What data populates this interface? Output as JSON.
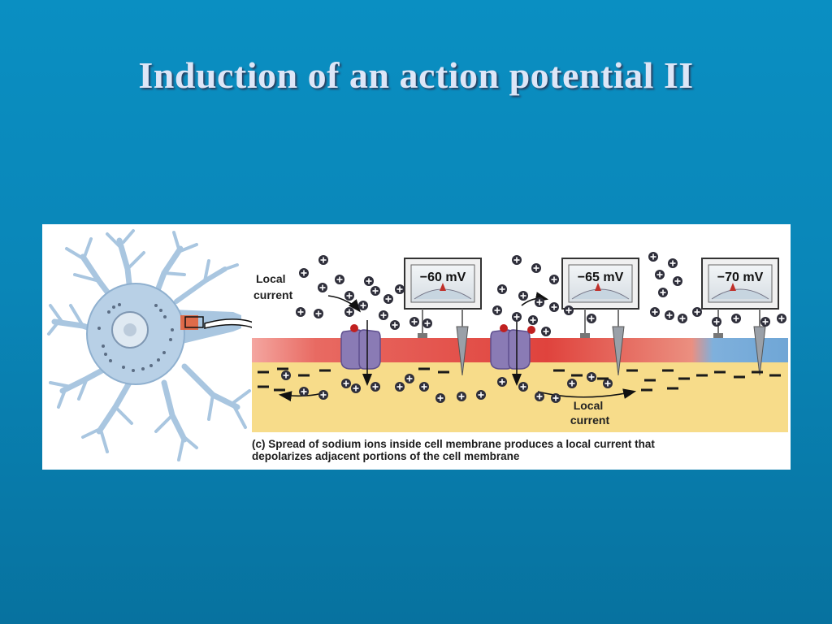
{
  "slide": {
    "title": "Induction of an action potential II"
  },
  "figure": {
    "labels": {
      "local_current_left_line1": "Local",
      "local_current_left_line2": "current",
      "local_current_right_line1": "Local",
      "local_current_right_line2": "current"
    },
    "meters": [
      {
        "reading": "−60 mV"
      },
      {
        "reading": "−65 mV"
      },
      {
        "reading": "−70 mV"
      }
    ],
    "caption": {
      "line1": "(c) Spread of sodium ions inside cell membrane produces a local current that",
      "line2": "depolarizes adjacent portions of the cell membrane"
    },
    "colors": {
      "depolarized_membrane": "#e84f4f",
      "resting_membrane": "#6fa6d6",
      "cytoplasm": "#f7dc8a",
      "channel": "#8a7bb5",
      "neuron": "#a9c6e0"
    }
  }
}
